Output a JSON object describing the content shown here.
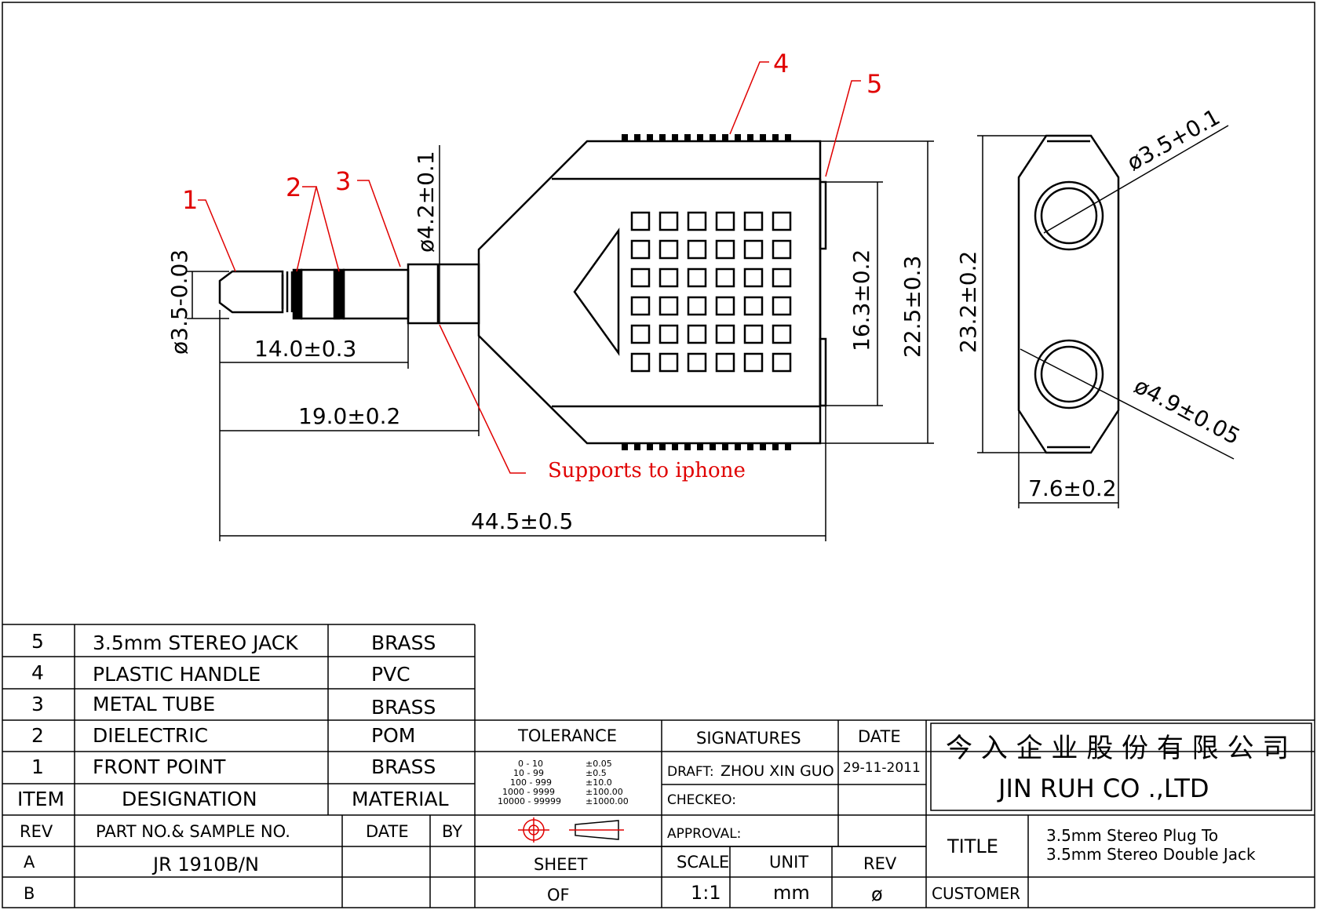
{
  "callouts": {
    "c1": "1",
    "c2": "2",
    "c3": "3",
    "c4": "4",
    "c5": "5",
    "note": "Supports to iphone"
  },
  "dimensions": {
    "plug_dia": "ø3.5-0.03",
    "tube_dia": "ø4.2±0.1",
    "len_14": "14.0±0.3",
    "len_19": "19.0±0.2",
    "len_44": "44.5±0.5",
    "h_16": "16.3±0.2",
    "h_22": "22.5±0.3",
    "h_23": "23.2±0.2",
    "hole_35": "ø3.5+0.1",
    "hole_49": "ø4.9±0.05",
    "w_76": "7.6±0.2"
  },
  "bom": {
    "rows": [
      {
        "item": "5",
        "designation": "3.5mm  STEREO  JACK",
        "material": "BRASS"
      },
      {
        "item": "4",
        "designation": "PLASTIC  HANDLE",
        "material": "PVC"
      },
      {
        "item": "3",
        "designation": "METAL  TUBE",
        "material": "BRASS"
      },
      {
        "item": "2",
        "designation": "DIELECTRIC",
        "material": "POM"
      },
      {
        "item": "1",
        "designation": "FRONT  POINT",
        "material": "BRASS"
      }
    ],
    "header": {
      "item": "ITEM",
      "designation": "DESIGNATION",
      "material": "MATERIAL"
    }
  },
  "rev_table": {
    "header": {
      "rev": "REV",
      "part": "PART NO.& SAMPLE NO.",
      "date": "DATE",
      "by": "BY"
    },
    "rows": [
      {
        "rev": "A",
        "part": "JR  1910B/N"
      },
      {
        "rev": "B",
        "part": ""
      }
    ]
  },
  "tolerance": {
    "title": "TOLERANCE",
    "ranges": [
      "0  -  10",
      "10  -  99",
      "100  -  999",
      "1000  -  9999",
      "10000  -  99999"
    ],
    "values": [
      "±0.05",
      "±0.5",
      "±10.0",
      "±100.00",
      "±1000.00"
    ]
  },
  "signatures": {
    "title": "SIGNATURES",
    "date_title": "DATE",
    "draft_label": "DRAFT:",
    "draft_name": "ZHOU  XIN  GUO",
    "draft_date": "29-11-2011",
    "checked_label": "CHECKEO:",
    "approval_label": "APPROVAL:"
  },
  "company": {
    "chinese": "今 入 企 业 股 份 有 限 公 司",
    "english": "JIN  RUH  CO .,LTD"
  },
  "title_block": {
    "title_label": "TITLE",
    "title_line1": "3.5mm  Stereo  Plug  To",
    "title_line2": "3.5mm  Stereo  Double  Jack",
    "customer_label": "CUSTOMER",
    "sheet_label": "SHEET",
    "of_label": "OF",
    "scale_label": "SCALE",
    "scale_value": "1:1",
    "unit_label": "UNIT",
    "unit_value": "mm",
    "rev_label": "REV",
    "rev_value": "ø"
  }
}
